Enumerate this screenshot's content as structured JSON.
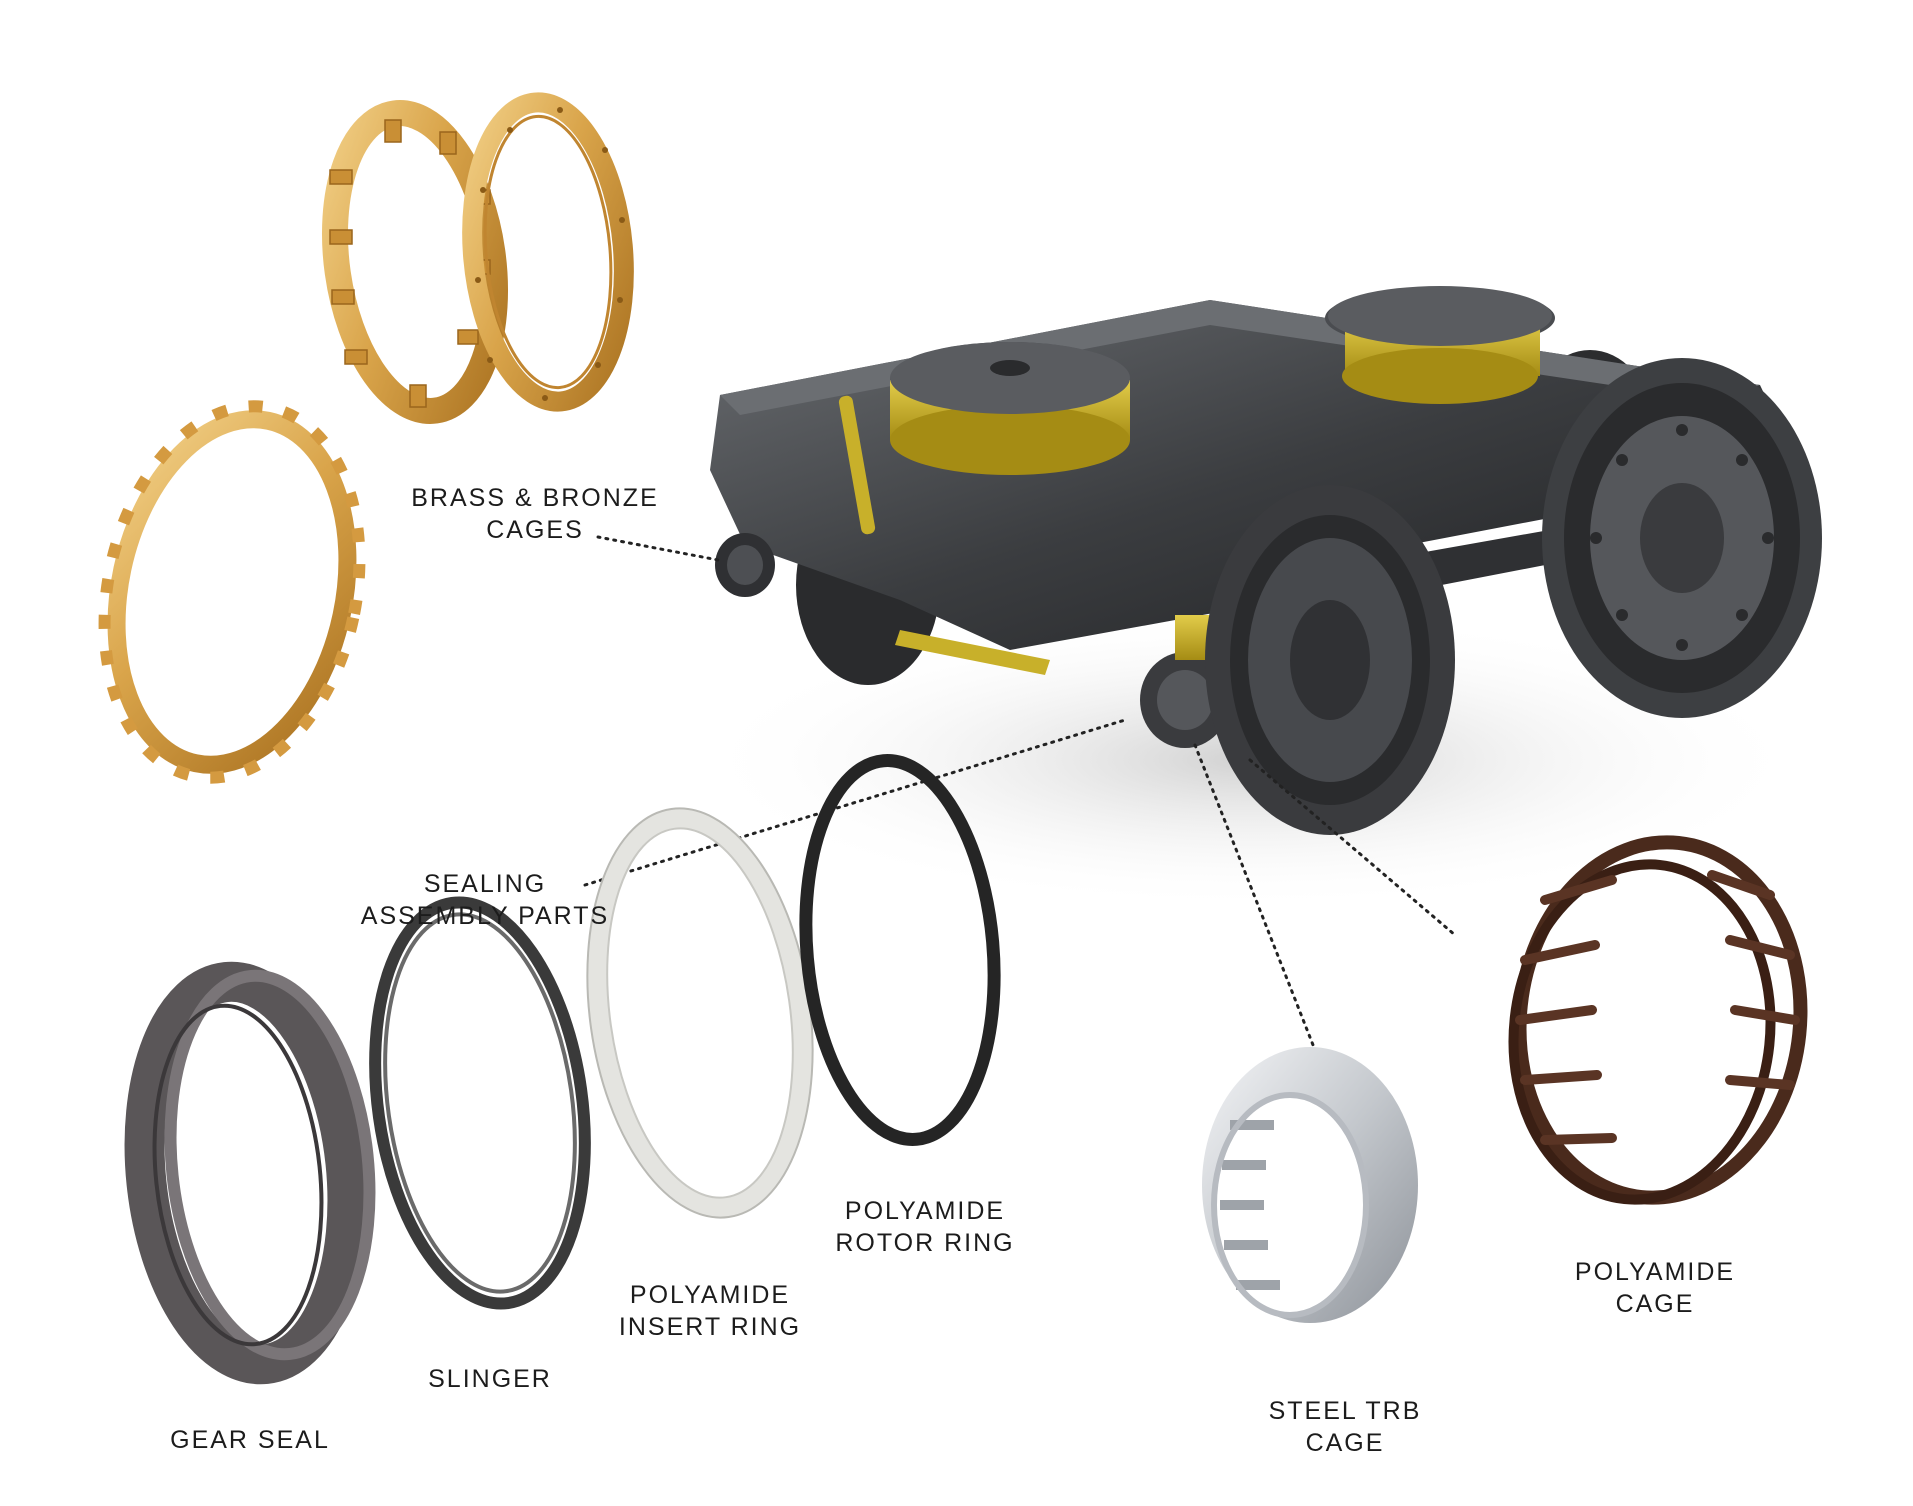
{
  "labels": {
    "brass_bronze": [
      "BRASS & BRONZE",
      "CAGES"
    ],
    "sealing": [
      "SEALING",
      "ASSEMBLY PARTS"
    ],
    "gear_seal": [
      "GEAR SEAL"
    ],
    "slinger": [
      "SLINGER"
    ],
    "insert_ring": [
      "POLYAMIDE",
      "INSERT RING"
    ],
    "rotor_ring": [
      "POLYAMIDE",
      "ROTOR RING"
    ],
    "steel_trb": [
      "STEEL TRB",
      "CAGE"
    ],
    "polyamide_cage": [
      "POLYAMIDE",
      "CAGE"
    ]
  },
  "colors": {
    "brass": "#d9a44a",
    "brass_dark": "#a8701f",
    "brass_light": "#f0cc7f",
    "bogie_body": "#3b3d40",
    "bogie_dark": "#232426",
    "bogie_light": "#6b6e72",
    "yellow_accent": "#c8b02a",
    "gear_seal": "#5a5658",
    "slinger": "#3a3a3a",
    "insert_ring": "#e4e4e0",
    "rotor_ring": "#252525",
    "steel_cage": "#c9ccd0",
    "polyamide_cage": "#4a2a1c",
    "leader": "#222222"
  }
}
